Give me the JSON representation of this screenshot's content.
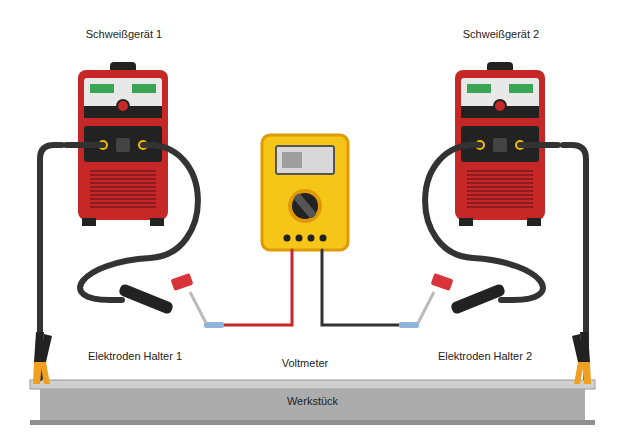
{
  "diagram": {
    "nodes": [
      {
        "text": [
          "Schweißgerät 1"
        ]
      },
      {
        "text": [
          "Schweißgerät 2"
        ]
      },
      {
        "text": [
          "Voltmeter"
        ]
      },
      {
        "text": [
          "Werkstück"
        ]
      }
    ],
    "edges": [
      {
        "from": 0,
        "to": 3,
        "arrow": "none"
      },
      {
        "from": 1,
        "to": 3,
        "arrow": "none"
      }
    ],
    "labels": [
      "Elektroden Halter 1",
      "Elektroden Halter 2"
    ]
  }
}
